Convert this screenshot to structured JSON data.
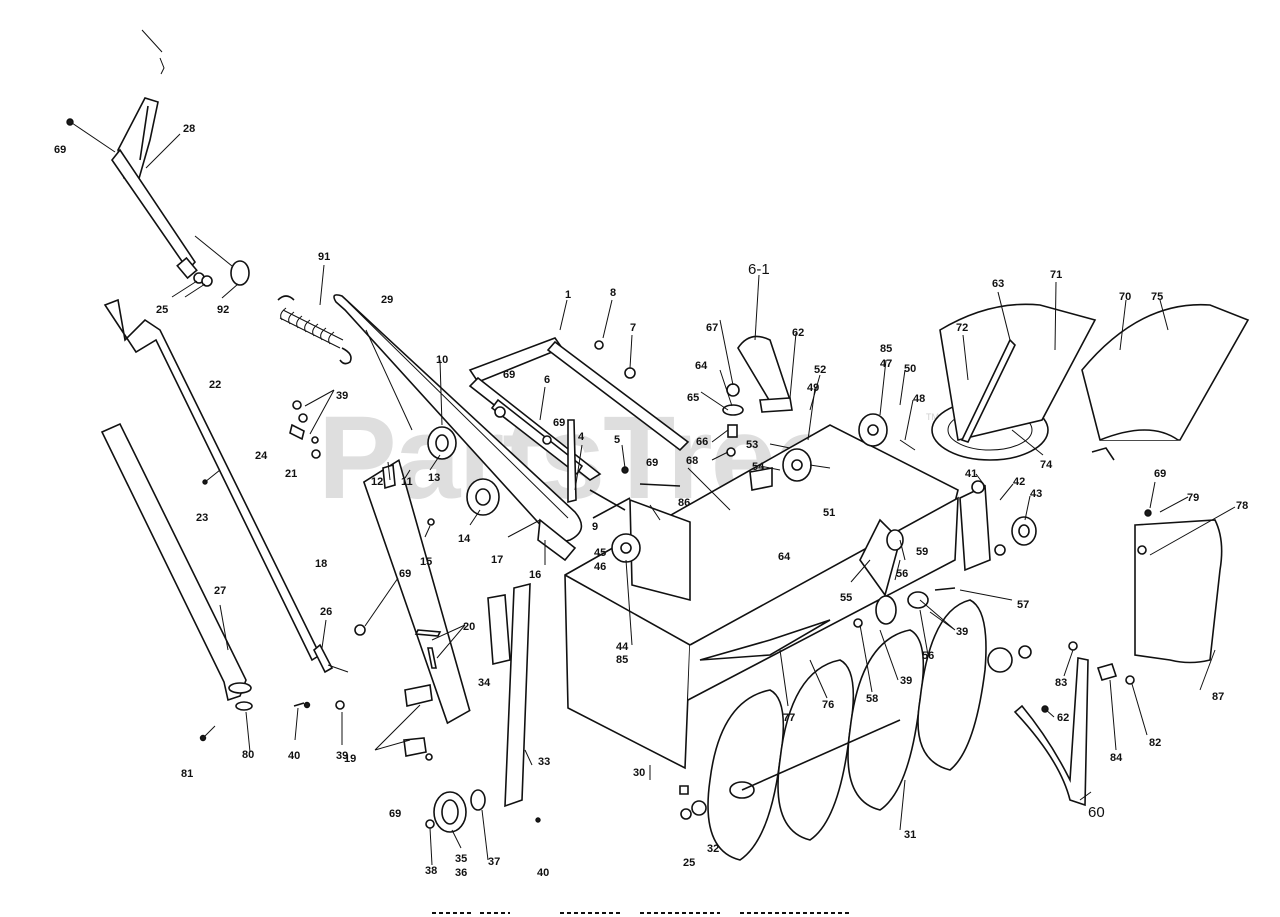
{
  "watermark": {
    "text": "PartsTree",
    "tm": "TM"
  },
  "caption": "",
  "callouts": [
    {
      "id": "c1",
      "text": "1"
    },
    {
      "id": "c4",
      "text": "4"
    },
    {
      "id": "c5",
      "text": "5"
    },
    {
      "id": "c6",
      "text": "6"
    },
    {
      "id": "c7",
      "text": "7"
    },
    {
      "id": "c8",
      "text": "8"
    },
    {
      "id": "c9",
      "text": "9"
    },
    {
      "id": "c10",
      "text": "10"
    },
    {
      "id": "c11",
      "text": "11"
    },
    {
      "id": "c12",
      "text": "12"
    },
    {
      "id": "c13",
      "text": "13"
    },
    {
      "id": "c14",
      "text": "14"
    },
    {
      "id": "c15",
      "text": "15"
    },
    {
      "id": "c16",
      "text": "16"
    },
    {
      "id": "c17",
      "text": "17"
    },
    {
      "id": "c18",
      "text": "18"
    },
    {
      "id": "c19",
      "text": "19"
    },
    {
      "id": "c20",
      "text": "20"
    },
    {
      "id": "c21",
      "text": "21"
    },
    {
      "id": "c22",
      "text": "22"
    },
    {
      "id": "c23",
      "text": "23"
    },
    {
      "id": "c24",
      "text": "24"
    },
    {
      "id": "c25a",
      "text": "25"
    },
    {
      "id": "c25b",
      "text": "25"
    },
    {
      "id": "c26",
      "text": "26"
    },
    {
      "id": "c27",
      "text": "27"
    },
    {
      "id": "c28",
      "text": "28"
    },
    {
      "id": "c29",
      "text": "29"
    },
    {
      "id": "c30",
      "text": "30"
    },
    {
      "id": "c31",
      "text": "31"
    },
    {
      "id": "c32",
      "text": "32"
    },
    {
      "id": "c33",
      "text": "33"
    },
    {
      "id": "c34",
      "text": "34"
    },
    {
      "id": "c35",
      "text": "35"
    },
    {
      "id": "c36",
      "text": "36"
    },
    {
      "id": "c37",
      "text": "37"
    },
    {
      "id": "c38",
      "text": "38"
    },
    {
      "id": "c39a",
      "text": "39"
    },
    {
      "id": "c39b",
      "text": "39"
    },
    {
      "id": "c39c",
      "text": "39"
    },
    {
      "id": "c39d",
      "text": "39"
    },
    {
      "id": "c40a",
      "text": "40"
    },
    {
      "id": "c40b",
      "text": "40"
    },
    {
      "id": "c41",
      "text": "41"
    },
    {
      "id": "c42",
      "text": "42"
    },
    {
      "id": "c43",
      "text": "43"
    },
    {
      "id": "c44",
      "text": "44"
    },
    {
      "id": "c85b",
      "text": "85"
    },
    {
      "id": "c45",
      "text": "45"
    },
    {
      "id": "c46",
      "text": "46"
    },
    {
      "id": "c47",
      "text": "47"
    },
    {
      "id": "c85a",
      "text": "85"
    },
    {
      "id": "c48",
      "text": "48"
    },
    {
      "id": "c49",
      "text": "49"
    },
    {
      "id": "c50",
      "text": "50"
    },
    {
      "id": "c51",
      "text": "51"
    },
    {
      "id": "c52",
      "text": "52"
    },
    {
      "id": "c53",
      "text": "53"
    },
    {
      "id": "c54",
      "text": "54"
    },
    {
      "id": "c55",
      "text": "55"
    },
    {
      "id": "c56a",
      "text": "56"
    },
    {
      "id": "c56b",
      "text": "56"
    },
    {
      "id": "c57",
      "text": "57"
    },
    {
      "id": "c58",
      "text": "58"
    },
    {
      "id": "c59",
      "text": "59"
    },
    {
      "id": "c60",
      "text": "60"
    },
    {
      "id": "c61",
      "text": "6-1"
    },
    {
      "id": "c62a",
      "text": "62"
    },
    {
      "id": "c62b",
      "text": "62"
    },
    {
      "id": "c63",
      "text": "63"
    },
    {
      "id": "c64a",
      "text": "64"
    },
    {
      "id": "c64b",
      "text": "64"
    },
    {
      "id": "c65",
      "text": "65"
    },
    {
      "id": "c66",
      "text": "66"
    },
    {
      "id": "c67",
      "text": "67"
    },
    {
      "id": "c68",
      "text": "68"
    },
    {
      "id": "c69a",
      "text": "69"
    },
    {
      "id": "c69b",
      "text": "69"
    },
    {
      "id": "c69c",
      "text": "69"
    },
    {
      "id": "c69d",
      "text": "69"
    },
    {
      "id": "c69e",
      "text": "69"
    },
    {
      "id": "c69f",
      "text": "69"
    },
    {
      "id": "c69g",
      "text": "69"
    },
    {
      "id": "c69h",
      "text": "69"
    },
    {
      "id": "c70",
      "text": "70"
    },
    {
      "id": "c71",
      "text": "71"
    },
    {
      "id": "c72",
      "text": "72"
    },
    {
      "id": "c74",
      "text": "74"
    },
    {
      "id": "c75",
      "text": "75"
    },
    {
      "id": "c76",
      "text": "76"
    },
    {
      "id": "c77",
      "text": "77"
    },
    {
      "id": "c78",
      "text": "78"
    },
    {
      "id": "c79",
      "text": "79"
    },
    {
      "id": "c80",
      "text": "80"
    },
    {
      "id": "c81",
      "text": "81"
    },
    {
      "id": "c82",
      "text": "82"
    },
    {
      "id": "c83",
      "text": "83"
    },
    {
      "id": "c84",
      "text": "84"
    },
    {
      "id": "c86",
      "text": "86"
    },
    {
      "id": "c87",
      "text": "87"
    },
    {
      "id": "c91",
      "text": "91"
    },
    {
      "id": "c92",
      "text": "92"
    }
  ]
}
